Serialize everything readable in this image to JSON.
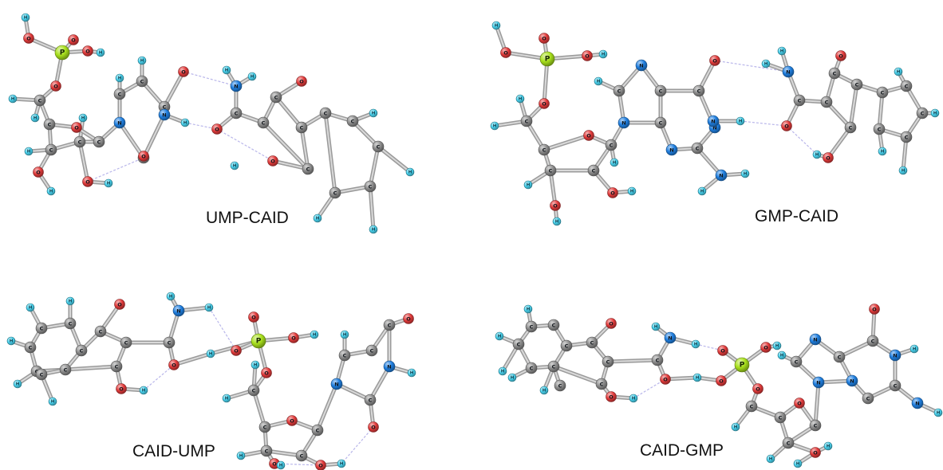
{
  "panels": [
    {
      "id": "ump-caid",
      "caption": "UMP-CAID"
    },
    {
      "id": "gmp-caid",
      "caption": "GMP-CAID"
    },
    {
      "id": "caid-ump",
      "caption": "CAID-UMP"
    },
    {
      "id": "caid-gmp",
      "caption": "CAID-GMP"
    }
  ],
  "element_colors": {
    "C": "#8c8c8c",
    "H": "#49d3ef",
    "O": "#e23b3b",
    "N": "#1f7fe0",
    "P": "#a8e01c"
  }
}
